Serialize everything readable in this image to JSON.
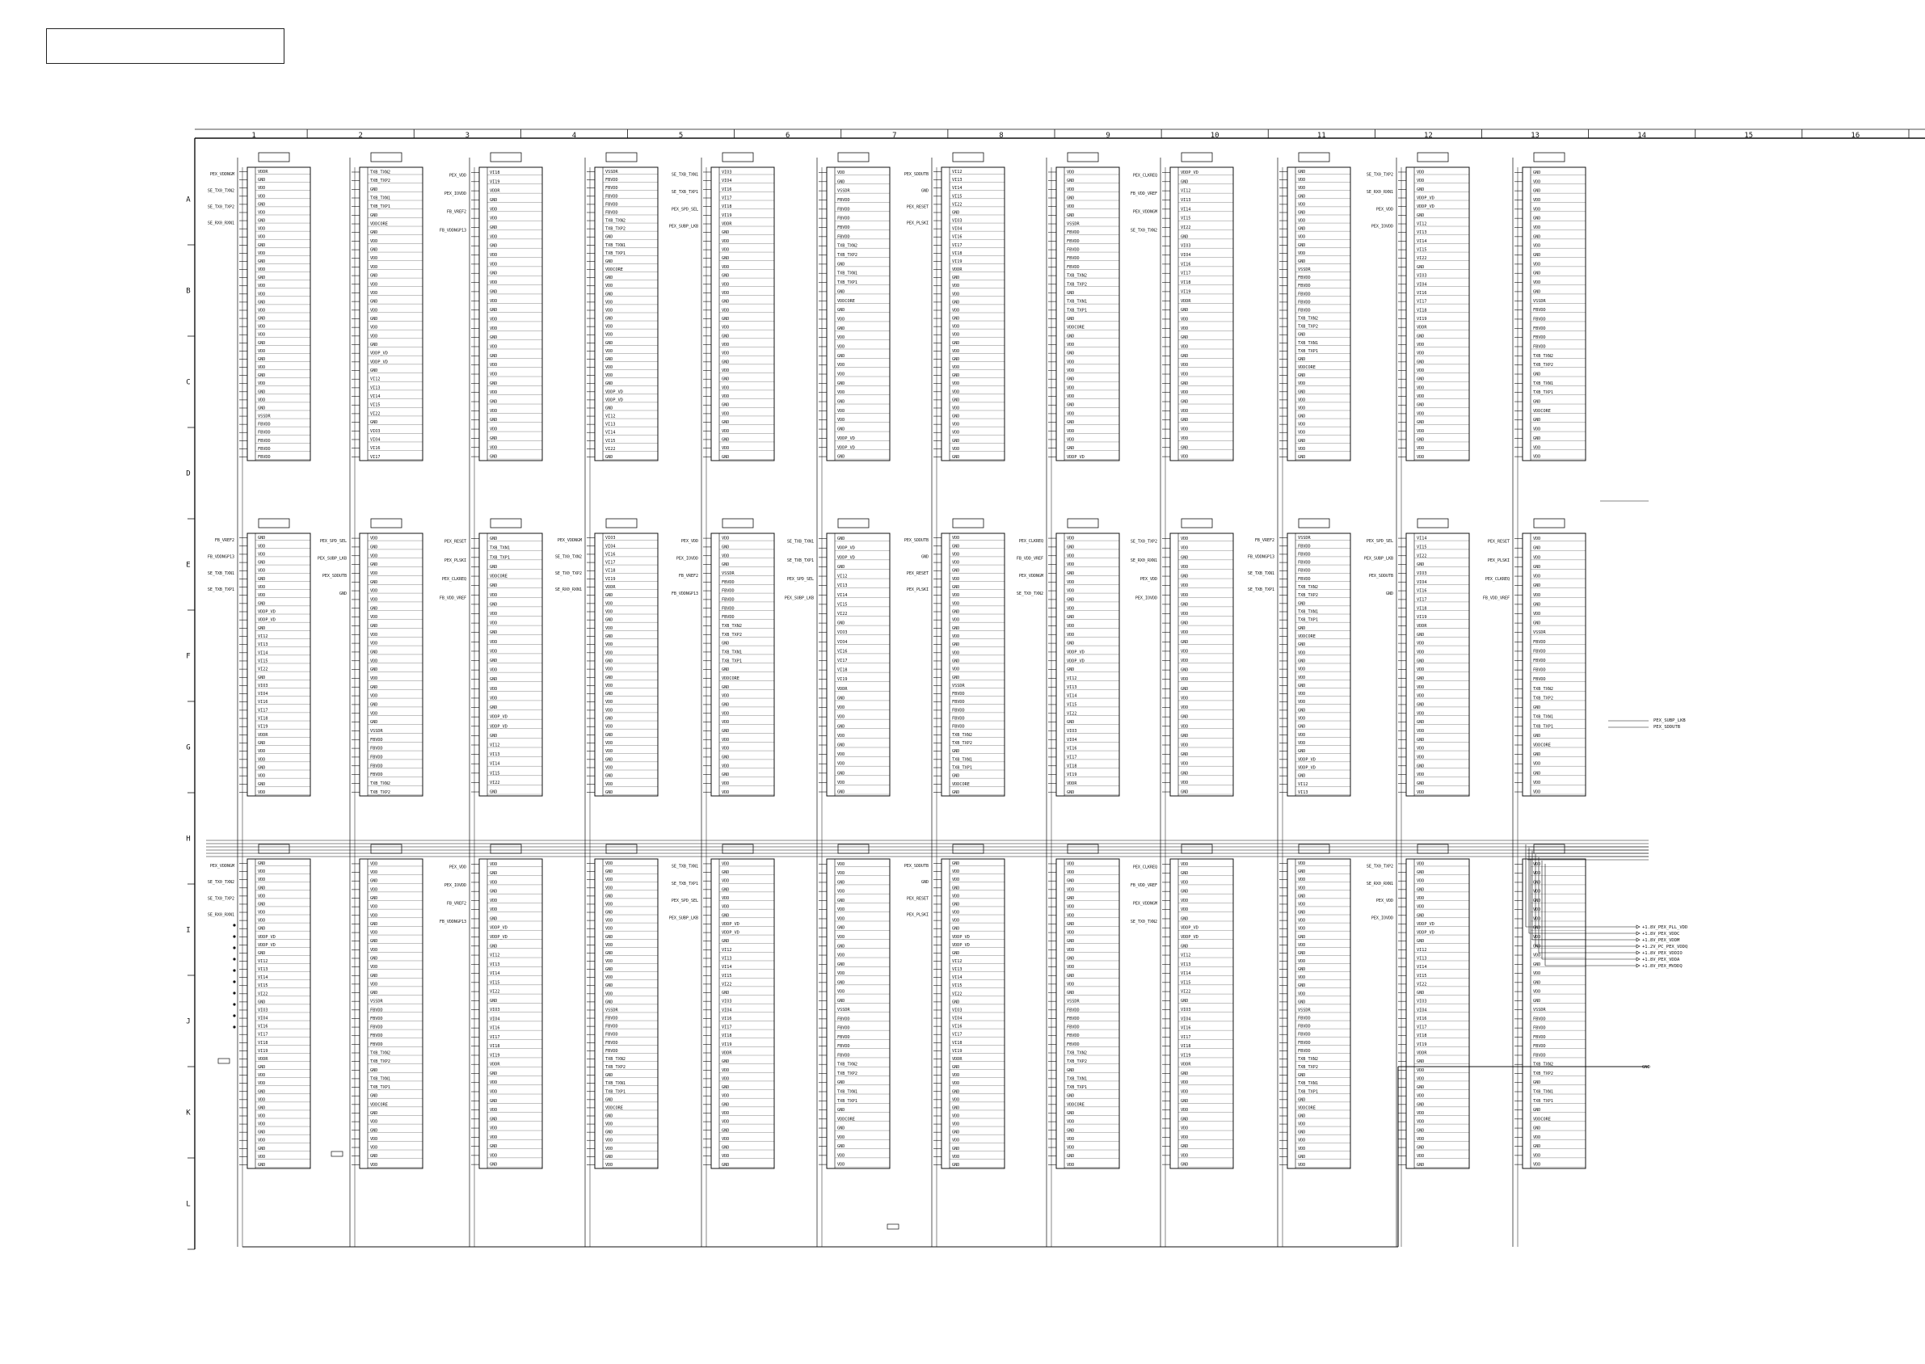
{
  "sheet": {
    "title_block_text": "",
    "columns": [
      "1",
      "2",
      "3",
      "4",
      "5",
      "6",
      "7",
      "8",
      "9",
      "10",
      "11",
      "12",
      "13",
      "14",
      "15",
      "16"
    ],
    "rows": [
      "A",
      "B",
      "C",
      "D",
      "E",
      "F",
      "G",
      "H",
      "I",
      "J",
      "K",
      "L"
    ]
  },
  "pin_names": [
    "VDDR",
    "GND",
    "VDD",
    "VDD",
    "GND",
    "VDD",
    "GND",
    "VDD",
    "VDD",
    "GND",
    "VDD",
    "GND",
    "VDD",
    "GND",
    "VDD",
    "VDD",
    "GND",
    "VDD",
    "GND",
    "VDD",
    "VDD",
    "GND",
    "VDD",
    "GND",
    "VDD",
    "GND",
    "VDD",
    "GND",
    "VDD",
    "GND",
    "VSSDR",
    "FBVDD",
    "FBVDD",
    "FBVDD",
    "FBVDD",
    "FBVDD",
    "TXB_TXN2",
    "TXB_TXP2",
    "GND",
    "TXB_TXN1",
    "TXB_TXP1",
    "GND",
    "VDDCORE",
    "GND",
    "VDD",
    "GND",
    "VDD",
    "VDD",
    "GND",
    "VDD",
    "VDD",
    "GND",
    "VDD",
    "GND",
    "VDD",
    "VDD",
    "GND",
    "VDDP_VD",
    "VDDP_VD",
    "GND",
    "VI12",
    "VI13",
    "VI14",
    "VI15",
    "VI22",
    "GND",
    "VIO3",
    "VIO4",
    "VI16",
    "VI17",
    "VI18",
    "VI19"
  ],
  "net_labels": [
    "PEX_VDDNGM",
    "SE_TX0_TXN2",
    "SE_TX0_TXP2",
    "SE_RX0_RXN1",
    "PEX_VDD",
    "PEX_IOVDD",
    "FB_VREF2",
    "FB_VDDNGP13",
    "SE_TXB_TXN1",
    "SE_TXB_TXP1",
    "PEX_SPD_SEL",
    "PEX_SUBP_LKB",
    "PEX_SDDUTB",
    "GND",
    "PEX_RESET",
    "PEX_PLSKI",
    "PEX_CLKREQ",
    "FB_VDD_VREF"
  ],
  "power_rails": [
    "+1.8V_PEX_PLL_VDD",
    "+1.8V_PEX_VDDC",
    "+1.8V_PEX_VDDM",
    "+1.2V_PC_PEX_VDDQ",
    "+1.8V_PEX_VDDIO",
    "+1.8V_PEX_VDDA",
    "+1.8V_PEX_MVDDQ"
  ],
  "colors": {
    "line": "#111111",
    "paper": "#ffffff",
    "frame": "#222222"
  }
}
